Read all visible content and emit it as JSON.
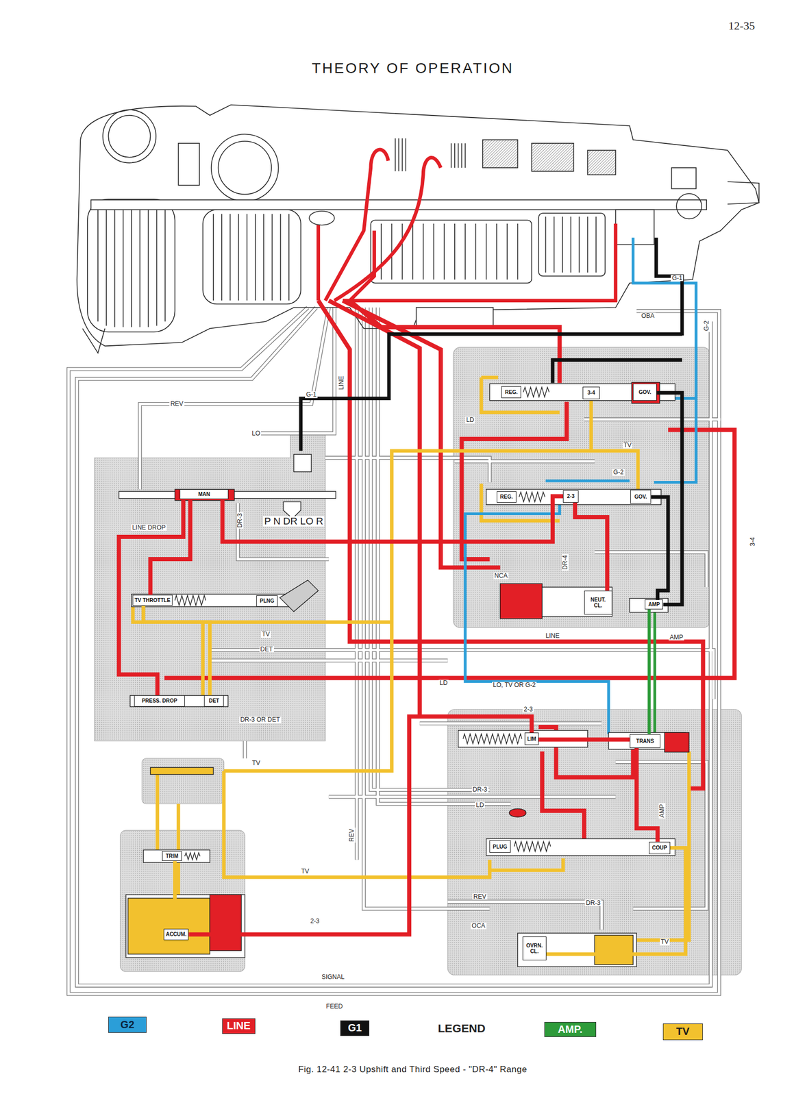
{
  "diagram": {
    "title": "THEORY OF OPERATION",
    "caption": "Fig. 12-41 2-3 Upshift and Third Speed - \"DR-4\" Range",
    "nodes": [
      {
        "text": [
          "REG."
        ]
      },
      {
        "text": [
          "3-4"
        ]
      },
      {
        "text": [
          "GOV."
        ]
      },
      {
        "text": [
          "REG."
        ]
      },
      {
        "text": [
          "2-3"
        ]
      },
      {
        "text": [
          "GOV."
        ]
      },
      {
        "text": [
          "MAN"
        ]
      },
      {
        "text": [
          "TV THROTTLE"
        ]
      },
      {
        "text": [
          "PLNG"
        ]
      },
      {
        "text": [
          "PRESS. DROP"
        ]
      },
      {
        "text": [
          "DET"
        ]
      },
      {
        "text": [
          "NEUT. CL."
        ]
      },
      {
        "text": [
          "AMP"
        ]
      },
      {
        "text": [
          "TRANS"
        ]
      },
      {
        "text": [
          "LIM"
        ]
      },
      {
        "text": [
          "PLUG"
        ]
      },
      {
        "text": [
          "COUP"
        ]
      },
      {
        "text": [
          "TRIM"
        ]
      },
      {
        "text": [
          "ACCUM."
        ]
      },
      {
        "text": [
          "OVRN. CL."
        ]
      }
    ],
    "edges": [
      {
        "from": 6,
        "to": 7,
        "arrow": "none"
      },
      {
        "from": 6,
        "to": 4,
        "arrow": "none"
      },
      {
        "from": 6,
        "to": 9,
        "arrow": "none"
      },
      {
        "from": 7,
        "to": 10,
        "arrow": "none"
      },
      {
        "from": 2,
        "to": 12,
        "arrow": "none"
      },
      {
        "from": 5,
        "to": 12,
        "arrow": "none"
      },
      {
        "from": 12,
        "to": 13,
        "arrow": "none"
      },
      {
        "from": 4,
        "to": 11,
        "arrow": "none"
      },
      {
        "from": 13,
        "to": 16,
        "arrow": "none"
      },
      {
        "from": 14,
        "to": 18,
        "arrow": "none"
      },
      {
        "from": 17,
        "to": 18,
        "arrow": "none"
      },
      {
        "from": 16,
        "to": 19,
        "arrow": "none"
      },
      {
        "from": 14,
        "to": 13,
        "arrow": "none"
      }
    ],
    "labels": [
      "12-35",
      "G-1",
      "OBA",
      "G-2",
      "G-1",
      "LINE",
      "REV",
      "LO",
      "LD",
      "TV",
      "G-2",
      "DR-3",
      "P N DR LO R",
      "LINE DROP",
      "NCA",
      "DR-4",
      "3-4",
      "TV",
      "DET",
      "LINE",
      "AMP",
      "LD",
      "LO, TV OR G-2",
      "DR-3 OR DET",
      "2-3",
      "TV",
      "DR-3",
      "LD",
      "AMP",
      "REV",
      "TV",
      "REV",
      "DR-3",
      "2-3",
      "OCA",
      "TV",
      "SIGNAL",
      "FEED",
      "LEGEND"
    ],
    "legend": [
      {
        "text": "G2",
        "color": "#2b9ed8"
      },
      {
        "text": "LINE",
        "color": "#e21f26"
      },
      {
        "text": "G1",
        "color": "#111111"
      },
      {
        "text": "AMP.",
        "color": "#2e9b3a"
      },
      {
        "text": "TV",
        "color": "#f2c12e"
      }
    ]
  }
}
